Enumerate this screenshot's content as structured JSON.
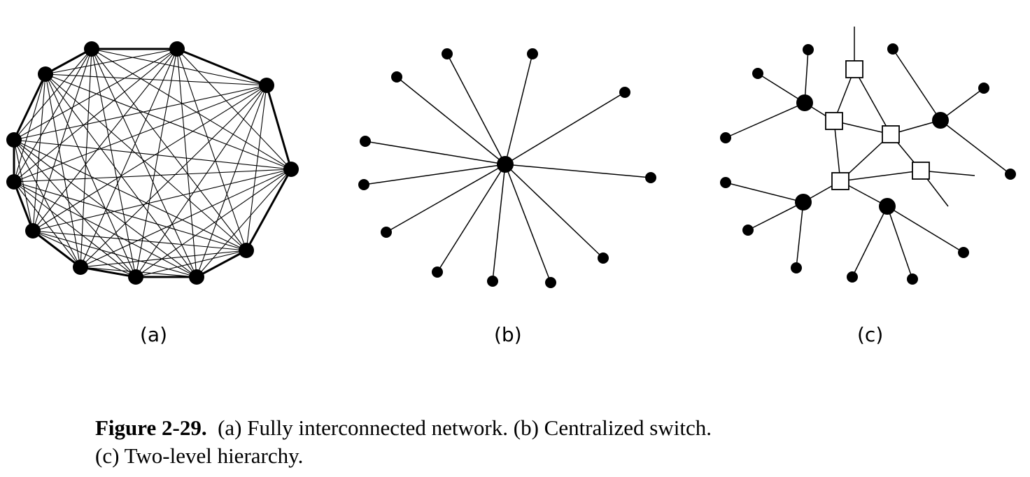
{
  "panels": [
    {
      "label": "(a)",
      "name": "fully-interconnected-network"
    },
    {
      "label": "(b)",
      "name": "centralized-switch"
    },
    {
      "label": "(c)",
      "name": "two-level-hierarchy"
    }
  ],
  "caption": {
    "figure_number": "Figure 2-29.",
    "line1": "(a) Fully interconnected network.  (b) Centralized switch.",
    "line2": "(c) Two-level hierarchy."
  }
}
